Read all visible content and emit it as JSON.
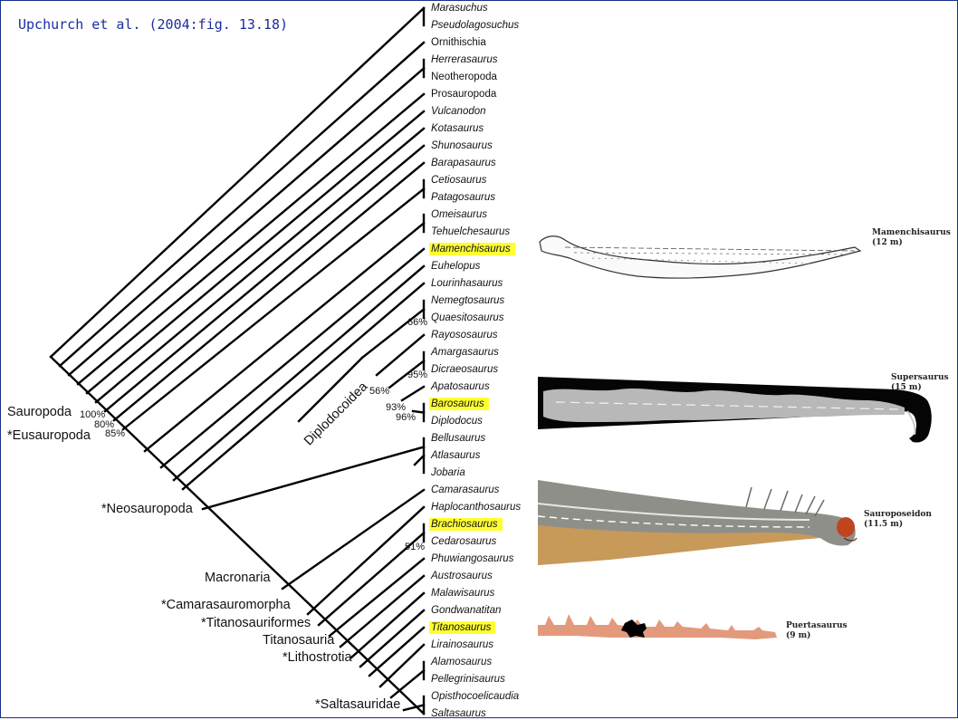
{
  "citation": "Upchurch et al. (2004:fig. 13.18)",
  "taxa": [
    {
      "name": "Marasuchus",
      "italic": true,
      "highlight": false
    },
    {
      "name": "Pseudolagosuchus",
      "italic": true,
      "highlight": false
    },
    {
      "name": "Ornithischia",
      "italic": false,
      "highlight": false
    },
    {
      "name": "Herrerasaurus",
      "italic": true,
      "highlight": false
    },
    {
      "name": "Neotheropoda",
      "italic": false,
      "highlight": false
    },
    {
      "name": "Prosauropoda",
      "italic": false,
      "highlight": false
    },
    {
      "name": "Vulcanodon",
      "italic": true,
      "highlight": false
    },
    {
      "name": "Kotasaurus",
      "italic": true,
      "highlight": false
    },
    {
      "name": "Shunosaurus",
      "italic": true,
      "highlight": false
    },
    {
      "name": "Barapasaurus",
      "italic": true,
      "highlight": false
    },
    {
      "name": "Cetiosaurus",
      "italic": true,
      "highlight": false
    },
    {
      "name": "Patagosaurus",
      "italic": true,
      "highlight": false
    },
    {
      "name": "Omeisaurus",
      "italic": true,
      "highlight": false
    },
    {
      "name": "Tehuelchesaurus",
      "italic": true,
      "highlight": false
    },
    {
      "name": "Mamenchisaurus",
      "italic": true,
      "highlight": true
    },
    {
      "name": "Euhelopus",
      "italic": true,
      "highlight": false
    },
    {
      "name": "Lourinhasaurus",
      "italic": true,
      "highlight": false
    },
    {
      "name": "Nemegtosaurus",
      "italic": true,
      "highlight": false
    },
    {
      "name": "Quaesitosaurus",
      "italic": true,
      "highlight": false
    },
    {
      "name": "Rayososaurus",
      "italic": true,
      "highlight": false
    },
    {
      "name": "Amargasaurus",
      "italic": true,
      "highlight": false
    },
    {
      "name": "Dicraeosaurus",
      "italic": true,
      "highlight": false
    },
    {
      "name": "Apatosaurus",
      "italic": true,
      "highlight": false
    },
    {
      "name": "Barosaurus",
      "italic": true,
      "highlight": true
    },
    {
      "name": "Diplodocus",
      "italic": true,
      "highlight": false
    },
    {
      "name": "Bellusaurus",
      "italic": true,
      "highlight": false
    },
    {
      "name": "Atlasaurus",
      "italic": true,
      "highlight": false
    },
    {
      "name": "Jobaria",
      "italic": true,
      "highlight": false
    },
    {
      "name": "Camarasaurus",
      "italic": true,
      "highlight": false
    },
    {
      "name": "Haplocanthosaurus",
      "italic": true,
      "highlight": false
    },
    {
      "name": "Brachiosaurus",
      "italic": true,
      "highlight": true
    },
    {
      "name": "Cedarosaurus",
      "italic": true,
      "highlight": false
    },
    {
      "name": "Phuwiangosaurus",
      "italic": true,
      "highlight": false
    },
    {
      "name": "Austrosaurus",
      "italic": true,
      "highlight": false
    },
    {
      "name": "Malawisaurus",
      "italic": true,
      "highlight": false
    },
    {
      "name": "Gondwanatitan",
      "italic": true,
      "highlight": false
    },
    {
      "name": "Titanosaurus",
      "italic": true,
      "highlight": true
    },
    {
      "name": "Lirainosaurus",
      "italic": true,
      "highlight": false
    },
    {
      "name": "Alamosaurus",
      "italic": true,
      "highlight": false
    },
    {
      "name": "Pellegrinisaurus",
      "italic": true,
      "highlight": false
    },
    {
      "name": "Opisthocoelicaudia",
      "italic": true,
      "highlight": false
    },
    {
      "name": "Saltasaurus",
      "italic": true,
      "highlight": false
    }
  ],
  "clades": {
    "sauropoda": "Sauropoda",
    "eusauropoda": "*Eusauropoda",
    "neosauropoda": "*Neosauropoda",
    "macronaria": "Macronaria",
    "camarasauromorpha": "*Camarasauromorpha",
    "titanosauriformes": "*Titanosauriformes",
    "titanosauria": "Titanosauria",
    "lithostrotia": "*Lithostrotia",
    "saltasauridae": "*Saltasauridae",
    "diplodocoidea": "Diplodocoidea"
  },
  "support": {
    "sauropoda": "100%",
    "eusauropoda_a": "80%",
    "eusauropoda_b": "85%",
    "nemegtosaurus_quaesitosaurus": "66%",
    "dicraeosaurinae": "95%",
    "diplodocoidea": "56%",
    "diplodocinae": "93%",
    "barosaurus_diplodocus": "96%",
    "cedarosaurus": "51%"
  },
  "reconstructions": [
    {
      "key": "mamenchisaurus",
      "name": "Mamenchisaurus",
      "length": "(12 m)"
    },
    {
      "key": "supersaurus",
      "name": "Supersaurus",
      "length": "(15  m)"
    },
    {
      "key": "sauroposeidon",
      "name": "Sauroposeidon",
      "length": "(11.5 m)"
    },
    {
      "key": "puertasaurus",
      "name": "Puertasaurus",
      "length": "(9 m)"
    }
  ],
  "colors": {
    "highlight": "#ffff33",
    "citation": "#1c2ca0",
    "frame": "#1c2c8c",
    "branch": "#000000",
    "puertasaurus": "#e39a7c"
  }
}
